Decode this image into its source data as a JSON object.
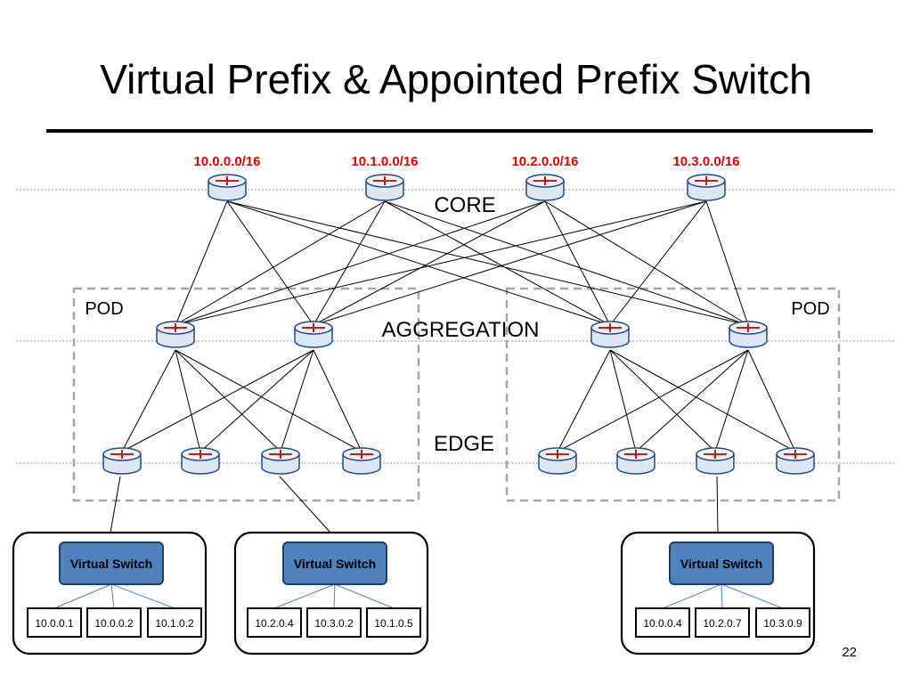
{
  "title": "Virtual Prefix & Appointed Prefix Switch",
  "page_number": "22",
  "colors": {
    "prefix": "#e00000",
    "switch_fill": "#4f81bd",
    "switch_stroke": "#1f3f66",
    "router_fill": "#dce6f2",
    "router_stroke": "#244a7c",
    "pod_border": "#a6a6a6"
  },
  "layers": {
    "core": "CORE",
    "aggregation": "AGGREGATION",
    "edge": "EDGE"
  },
  "pod_label": "POD",
  "core_prefixes": [
    "10.0.0.0/16",
    "10.1.0.0/16",
    "10.2.0.0/16",
    "10.3.0.0/16"
  ],
  "virtual_switch_label": "Virtual Switch",
  "hosts": [
    {
      "switch": "Virtual Switch",
      "vms": [
        "10.0.0.1",
        "10.0.0.2",
        "10.1.0.2"
      ]
    },
    {
      "switch": "Virtual Switch",
      "vms": [
        "10.2.0.4",
        "10.3.0.2",
        "10.1.0.5"
      ]
    },
    {
      "switch": "Virtual Switch",
      "vms": [
        "10.0.0.4",
        "10.2.0.7",
        "10.3.0.9"
      ]
    }
  ]
}
